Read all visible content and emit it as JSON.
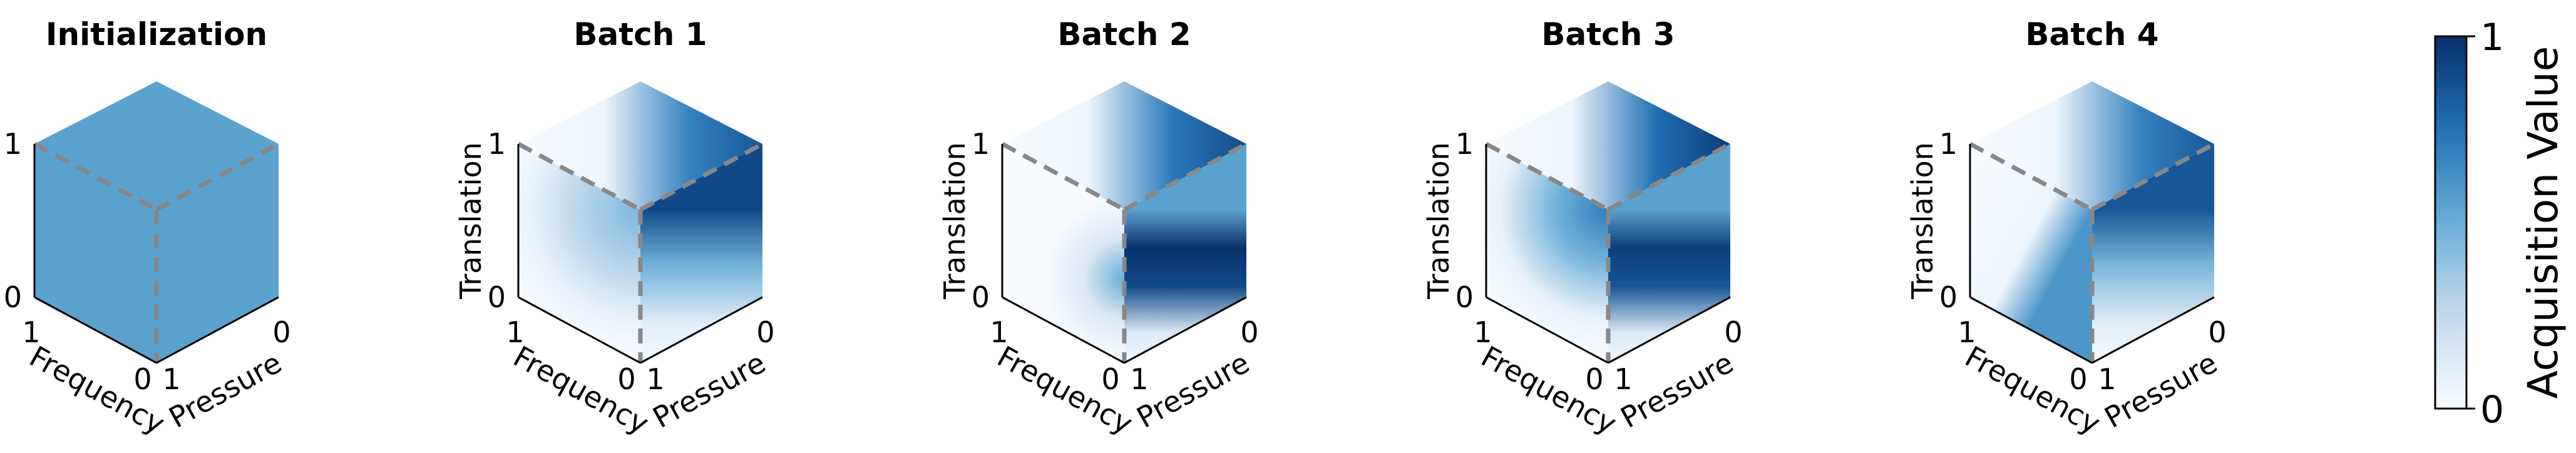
{
  "chart_data": {
    "type": "heatmap",
    "panels": [
      {
        "title": "Initialization",
        "uniform": true,
        "value": 0.55,
        "faces": {
          "left": 0.55,
          "right": 0.55,
          "top": 0.55
        }
      },
      {
        "title": "Batch 1",
        "faces": {
          "top": {
            "pattern": "band-right",
            "peak": 0.85
          },
          "left": {
            "pattern": "quarter-arc-top-right",
            "peak": 0.45
          },
          "right": {
            "pattern": "top-dark-fade-down",
            "peak": 0.9
          }
        }
      },
      {
        "title": "Batch 2",
        "faces": {
          "top": {
            "pattern": "band-right",
            "peak": 0.9
          },
          "left": {
            "pattern": "spot-lower-right",
            "peak": 0.5
          },
          "right": {
            "pattern": "middle-band",
            "peak": 1.0
          }
        }
      },
      {
        "title": "Batch 3",
        "faces": {
          "top": {
            "pattern": "band-right",
            "peak": 0.95
          },
          "left": {
            "pattern": "quarter-arc-top-right",
            "peak": 0.7
          },
          "right": {
            "pattern": "middle-band",
            "peak": 0.95
          }
        }
      },
      {
        "title": "Batch 4",
        "faces": {
          "top": {
            "pattern": "band-right",
            "peak": 0.85
          },
          "left": {
            "pattern": "edge-right",
            "peak": 0.6
          },
          "right": {
            "pattern": "top-dark-fade-down",
            "peak": 0.85
          }
        }
      }
    ],
    "axes": {
      "translation": {
        "label": "Translation",
        "min_label": "0",
        "max_label": "1"
      },
      "frequency": {
        "label": "Frequency",
        "min_label": "0",
        "max_label": "1"
      },
      "pressure": {
        "label": "Pressure",
        "min_label": "1",
        "max_label": "0"
      }
    },
    "colorbar": {
      "label": "Acquisition Value",
      "min": 0,
      "max": 1,
      "min_label": "0",
      "max_label": "1",
      "colormap": "Blues"
    },
    "colors": {
      "light": "#f7fbff",
      "mid": "#6baed6",
      "dark": "#08306b",
      "edge": "#888888",
      "axis": "#000000"
    }
  }
}
